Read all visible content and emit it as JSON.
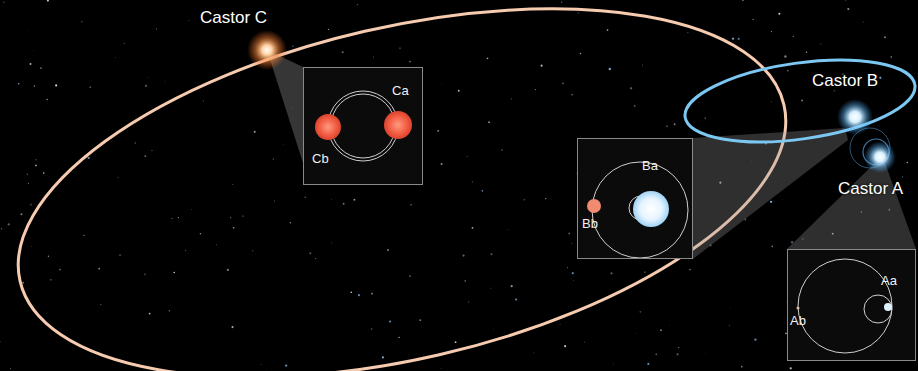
{
  "diagram": {
    "nodes": [
      {
        "text": [
          "Ca",
          "Cb"
        ]
      },
      {
        "text": [
          "Ba",
          "Bb"
        ]
      },
      {
        "text": [
          "Aa",
          "Ab"
        ]
      }
    ],
    "labels": [
      "Castor C",
      "Castor B",
      "Castor A"
    ]
  }
}
